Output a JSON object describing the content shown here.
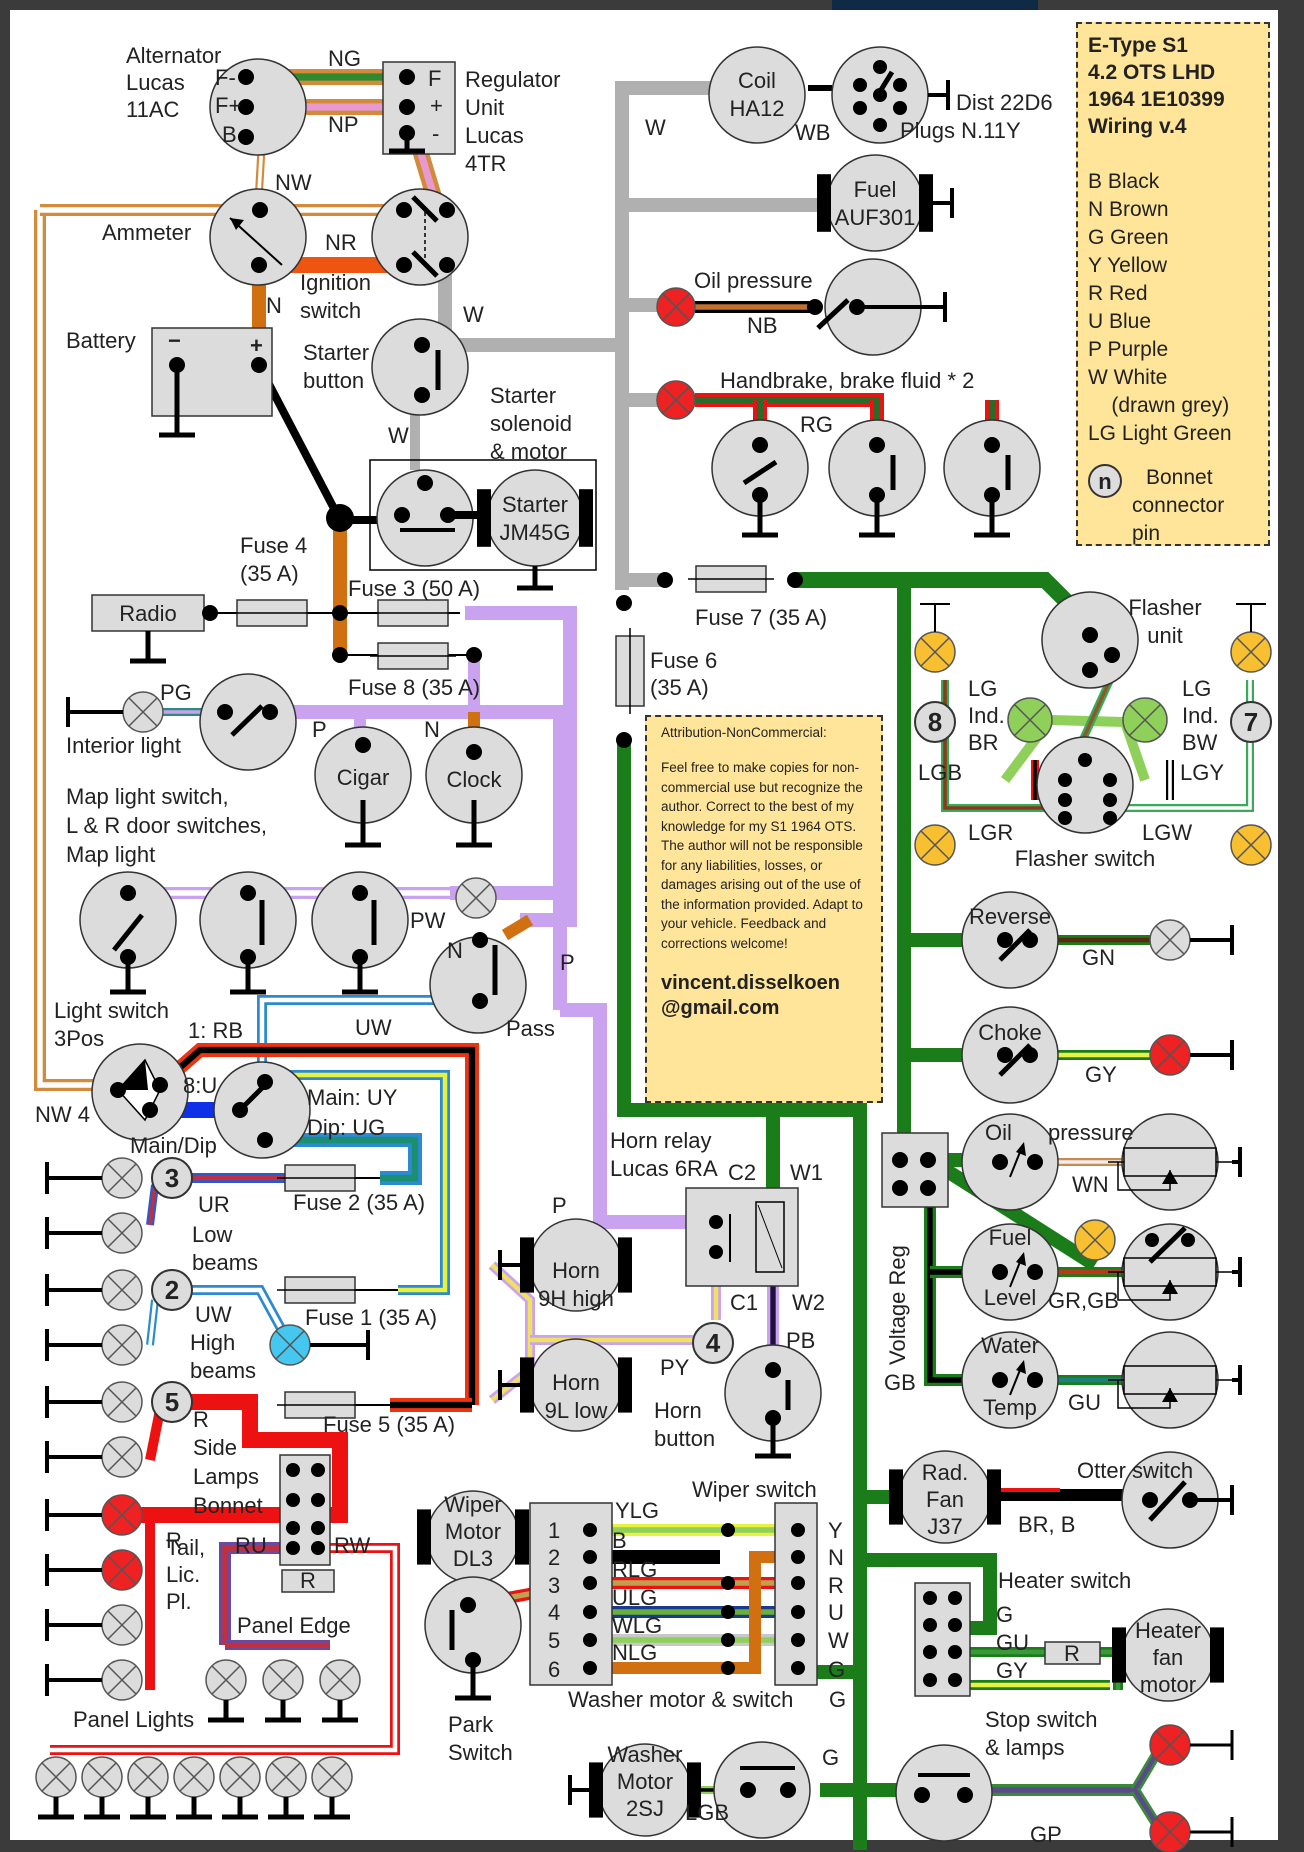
{
  "title_block": {
    "lines": [
      "E-Type  S1",
      "4.2 OTS LHD",
      "1964  1E10399",
      "Wiring v.4"
    ]
  },
  "legend": {
    "colors": [
      {
        "code": "B",
        "name": "Black",
        "hex": "#000000"
      },
      {
        "code": "N",
        "name": "Brown",
        "hex": "#8a4a1c"
      },
      {
        "code": "G",
        "name": "Green",
        "hex": "#1a7d1a"
      },
      {
        "code": "Y",
        "name": "Yellow",
        "hex": "#f2f200"
      },
      {
        "code": "R",
        "name": "Red",
        "hex": "#ee1111"
      },
      {
        "code": "U",
        "name": "Blue",
        "hex": "#1560c0"
      },
      {
        "code": "P",
        "name": "Purple",
        "hex": "#c9a3f0"
      },
      {
        "code": "W",
        "name": "White",
        "hex": "#aaaaaa"
      },
      {
        "code": "",
        "name": "(drawn  grey)",
        "hex": ""
      },
      {
        "code": "LG",
        "name": "Light  Green",
        "hex": "#8ed05a"
      }
    ],
    "pin_symbol": "n",
    "pin_label_1": "Bonnet",
    "pin_label_2": "connector  pin"
  },
  "notice": {
    "heading": "Attribution-NonCommercial:",
    "body": "Feel  free to make copies for non-commercial use but recognize  the author. Correct to the best of my knowledge  for my S1 1964 OTS. The  author will  not be responsible  for any liabilities, losses, or damages arising out of the use of the information provided. Adapt to your vehicle. Feedback and corrections welcome!",
    "email_1": "vincent.disselkoen",
    "email_2": "@gmail.com"
  },
  "components": {
    "alternator": [
      "Alternator",
      "Lucas",
      "11AC"
    ],
    "alternator_pins": [
      "F-",
      "F+",
      "B"
    ],
    "regulator": [
      "Regulator",
      "Unit",
      "Lucas",
      "4TR"
    ],
    "regulator_pins": [
      "F",
      "+",
      "-"
    ],
    "ammeter": "Ammeter",
    "ignition": [
      "Ignition",
      "switch"
    ],
    "battery": "Battery",
    "battery_pins": [
      "−",
      "+"
    ],
    "starter_button": [
      "Starter",
      "button"
    ],
    "starter_solenoid": [
      "Starter",
      "solenoid",
      "& motor"
    ],
    "starter_motor": [
      "Starter",
      "JM45G"
    ],
    "coil": [
      "Coil",
      "HA12"
    ],
    "distributor": [
      "Dist 22D6",
      "Plugs N.11Y"
    ],
    "fuel_pump": [
      "Fuel",
      "AUF301"
    ],
    "oil_pressure_warn": "Oil pressure",
    "handbrake": "Handbrake,  brake fluid * 2",
    "radio": "Radio",
    "interior_light": "Interior  light",
    "cigar": "Cigar",
    "clock": "Clock",
    "map_light": [
      "Map light switch,",
      "L & R door switches,",
      "Map light"
    ],
    "pass": "Pass",
    "light_switch": [
      "Light switch",
      "3Pos"
    ],
    "main_dip": "Main/Dip",
    "low_beams": [
      "Low",
      "beams"
    ],
    "high_beams": [
      "High",
      "beams"
    ],
    "side_lamps": [
      "Side",
      "Lamps",
      "Bonnet"
    ],
    "tail": [
      "Tail,",
      "Lic.",
      "Pl."
    ],
    "panel_edge": "Panel Edge",
    "panel_lights": "Panel Lights",
    "horn_relay": [
      "Horn relay",
      "Lucas 6RA"
    ],
    "relay_pins": [
      "C2",
      "W1",
      "C1",
      "W2"
    ],
    "horn_high": [
      "Horn",
      "9H high"
    ],
    "horn_low": [
      "Horn",
      "9L low"
    ],
    "horn_button": [
      "Horn",
      "button"
    ],
    "wiper_motor": [
      "Wiper",
      "Motor",
      "DL3"
    ],
    "wiper_switch": "Wiper switch",
    "park_switch": [
      "Park",
      "Switch"
    ],
    "washer_label": "Washer motor & switch",
    "washer_motor": [
      "Washer",
      "Motor",
      "2SJ"
    ],
    "wiper_pins_left": [
      "1",
      "2",
      "3",
      "4",
      "5",
      "6"
    ],
    "wiper_pins_right": [
      "Y",
      "N",
      "R",
      "U",
      "W",
      "G"
    ],
    "flasher_unit": [
      "Flasher",
      "unit"
    ],
    "flasher_switch": "Flasher switch",
    "ind_left": [
      "LG",
      "Ind.",
      "BR"
    ],
    "ind_right": [
      "LG",
      "Ind.",
      "BW"
    ],
    "reverse": "Reverse",
    "choke": "Choke",
    "oil_gauge": [
      "Oil",
      "pressure"
    ],
    "fuel_gauge": [
      "Fuel",
      "Level"
    ],
    "water_gauge": [
      "Water",
      "Temp"
    ],
    "voltage_reg": "Voltage Reg",
    "rad_fan": [
      "Rad.",
      "Fan",
      "J37"
    ],
    "otter_switch": "Otter switch",
    "heater_switch": "Heater switch",
    "heater_motor": [
      "Heater",
      "fan",
      "motor"
    ],
    "stop_switch": [
      "Stop switch",
      "& lamps"
    ],
    "resistor": "R"
  },
  "fuses": {
    "f1": "Fuse 1 (35 A)",
    "f2": "Fuse 2 (35 A)",
    "f3": "Fuse 3 (50 A)",
    "f4a": "Fuse 4",
    "f4b": "(35 A)",
    "f5": "Fuse 5 (35 A)",
    "f6a": "Fuse 6",
    "f6b": "(35 A)",
    "f7": "Fuse 7 (35 A)",
    "f8": "Fuse 8 (35 A)"
  },
  "connector_pins": [
    "3",
    "2",
    "5",
    "4",
    "8",
    "7"
  ],
  "wire_labels": {
    "NG": "NG",
    "NP": "NP",
    "NW": "NW",
    "NR": "NR",
    "N": "N",
    "W1": "W",
    "W2": "W",
    "W3": "W",
    "WB": "WB",
    "NB": "NB",
    "RG": "RG",
    "PG": "PG",
    "P1": "P",
    "N2": "N",
    "PW": "PW",
    "N3": "N",
    "P2": "P",
    "UW1": "UW",
    "RB": "1: RB",
    "U8": "8:U",
    "NW4": "NW 4",
    "mainUY": "Main: UY",
    "dipUG": "Dip: UG",
    "UR": "UR",
    "UW2": "UW",
    "R1": "R",
    "R2": "R",
    "RU": "RU",
    "RW": "RW",
    "P3": "P",
    "PY": "PY",
    "PB": "PB",
    "YLG": "YLG",
    "B": "B",
    "RLG": "RLG",
    "ULG": "ULG",
    "WLG": "WLG",
    "NLG": "NLG",
    "G1": "G",
    "G2": "G",
    "LGB1": "LGB",
    "LGB2": "LGB",
    "LGY": "LGY",
    "LGR": "LGR",
    "LGW": "LGW",
    "GN": "GN",
    "GY1": "GY",
    "WN": "WN",
    "GRGB": "GR,GB",
    "GU1": "GU",
    "GB": "GB",
    "BRB": "BR, B",
    "G3": "G",
    "GU2": "GU",
    "GY2": "GY",
    "GP": "GP"
  }
}
